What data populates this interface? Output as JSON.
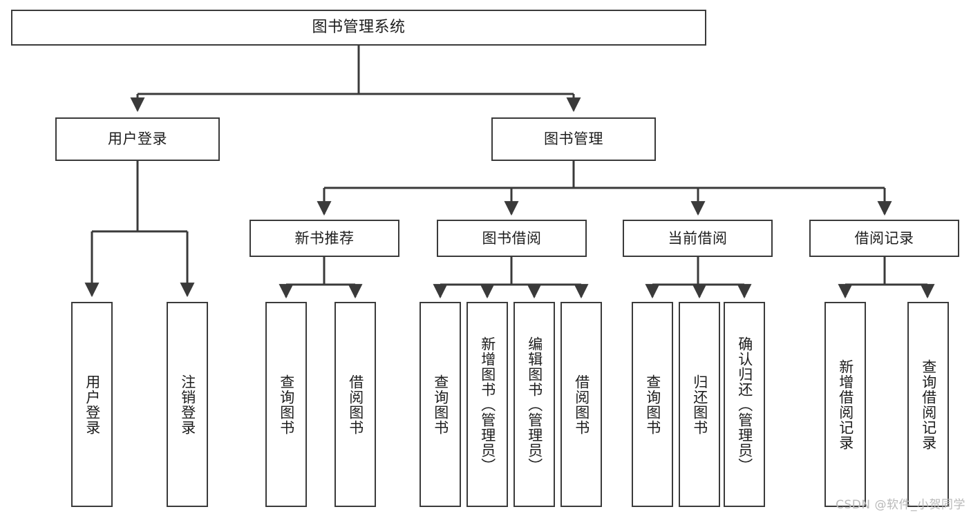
{
  "diagram": {
    "title": "图书管理系统",
    "watermark": "CSDN @软件_小贺同学",
    "colors": {
      "border": "#3a3a3a",
      "text": "#1d1d1d",
      "background": "#ffffff",
      "wire": "#3a3a3a",
      "watermark": "#b9b9b9"
    },
    "root": {
      "label": "图书管理系统"
    },
    "level2": [
      {
        "label": "用户登录"
      },
      {
        "label": "图书管理"
      }
    ],
    "level3": [
      {
        "label": "新书推荐"
      },
      {
        "label": "图书借阅"
      },
      {
        "label": "当前借阅"
      },
      {
        "label": "借阅记录"
      }
    ],
    "leaves": {
      "user_login": [
        {
          "label": "用户登录"
        },
        {
          "label": "注销登录"
        }
      ],
      "new_book_recommend": [
        {
          "label": "查询图书"
        },
        {
          "label": "借阅图书"
        }
      ],
      "book_borrow": [
        {
          "label": "查询图书"
        },
        {
          "label": "新增图书（管理员）"
        },
        {
          "label": "编辑图书（管理员）"
        },
        {
          "label": "借阅图书"
        }
      ],
      "current_borrow": [
        {
          "label": "查询图书"
        },
        {
          "label": "归还图书"
        },
        {
          "label": "确认归还（管理员）"
        }
      ],
      "borrow_record": [
        {
          "label": "新增借阅记录"
        },
        {
          "label": "查询借阅记录"
        }
      ]
    }
  }
}
